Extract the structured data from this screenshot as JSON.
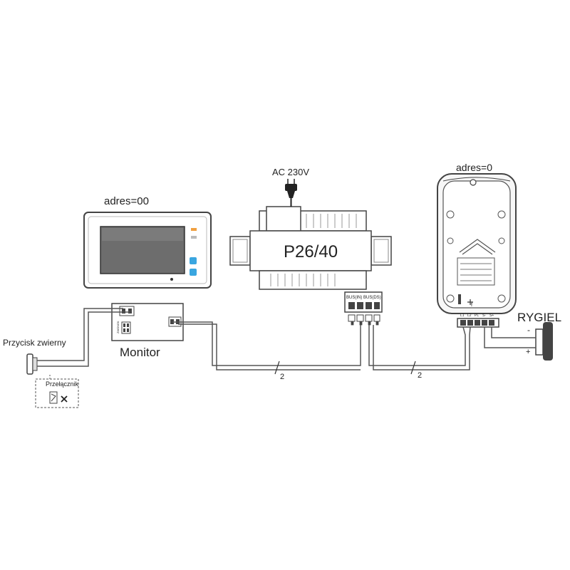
{
  "monitor": {
    "address_label": "adres=00",
    "name_label": "Monitor",
    "back_label": "ZWONEK"
  },
  "power_supply": {
    "model_label": "P26/40",
    "input_label": "AC 230V",
    "terminal_labels": [
      "BUS(IN)",
      "BUS(DS)"
    ]
  },
  "door_station": {
    "address_label": "adres=0",
    "terminal_labels": [
      "L1",
      "L2",
      "PL",
      "S-",
      "S+"
    ]
  },
  "lock": {
    "name_label": "RYGIEL",
    "minus_label": "-",
    "plus_label": "+"
  },
  "exit_button": {
    "label": "Przycisk zwierny"
  },
  "switch_option": {
    "label": "Przełącznik"
  },
  "cables": {
    "monitor_to_psu_wires": "2",
    "psu_to_station_wires": "2"
  },
  "colors": {
    "line": "#555555",
    "device_outline": "#444444",
    "screen": "#6d6d6d",
    "station_body": "#f3f3f3",
    "accent_blue": "#3aa6e0",
    "accent_orange": "#f0a040"
  }
}
